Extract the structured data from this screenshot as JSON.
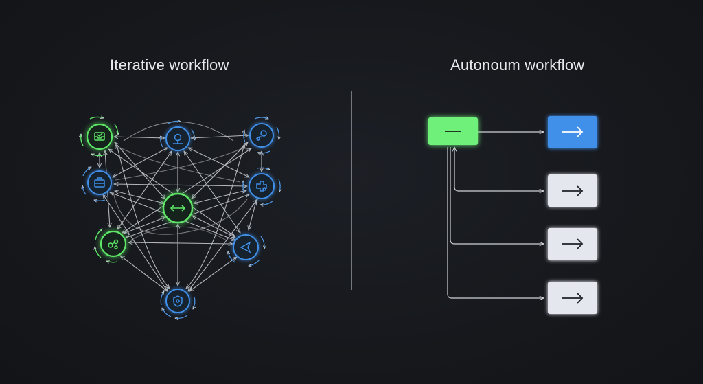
{
  "left_panel": {
    "title": "Iterative workflow",
    "nodes": [
      {
        "id": "n1",
        "icon": "inbox-icon",
        "accent": "green"
      },
      {
        "id": "n2",
        "icon": "person-pin-icon",
        "accent": "blue"
      },
      {
        "id": "n3",
        "icon": "user-link-icon",
        "accent": "blue"
      },
      {
        "id": "n4",
        "icon": "briefcase-icon",
        "accent": "blue"
      },
      {
        "id": "n5",
        "icon": "bidirectional-arrows-icon",
        "accent": "green",
        "hub": true
      },
      {
        "id": "n6",
        "icon": "puzzle-gear-icon",
        "accent": "blue"
      },
      {
        "id": "n7",
        "icon": "molecule-icon",
        "accent": "green"
      },
      {
        "id": "n8",
        "icon": "send-icon",
        "accent": "blue"
      },
      {
        "id": "n9",
        "icon": "shield-icon",
        "accent": "blue"
      }
    ]
  },
  "right_panel": {
    "title": "Autonoum workflow",
    "source": {
      "icon": "minus-icon",
      "accent": "green"
    },
    "targets": [
      {
        "id": "t1",
        "icon": "arrow-right-icon",
        "style": "active"
      },
      {
        "id": "t2",
        "icon": "arrow-right-icon",
        "style": "inactive"
      },
      {
        "id": "t3",
        "icon": "arrow-right-icon",
        "style": "inactive"
      },
      {
        "id": "t4",
        "icon": "arrow-right-icon",
        "style": "inactive"
      }
    ]
  },
  "colors": {
    "background": "#16181d",
    "green": "#5ee868",
    "blue": "#3f8fe8",
    "light_box": "#e4e8ee",
    "line": "#cfd3d9",
    "divider": "#9aa0a8"
  }
}
